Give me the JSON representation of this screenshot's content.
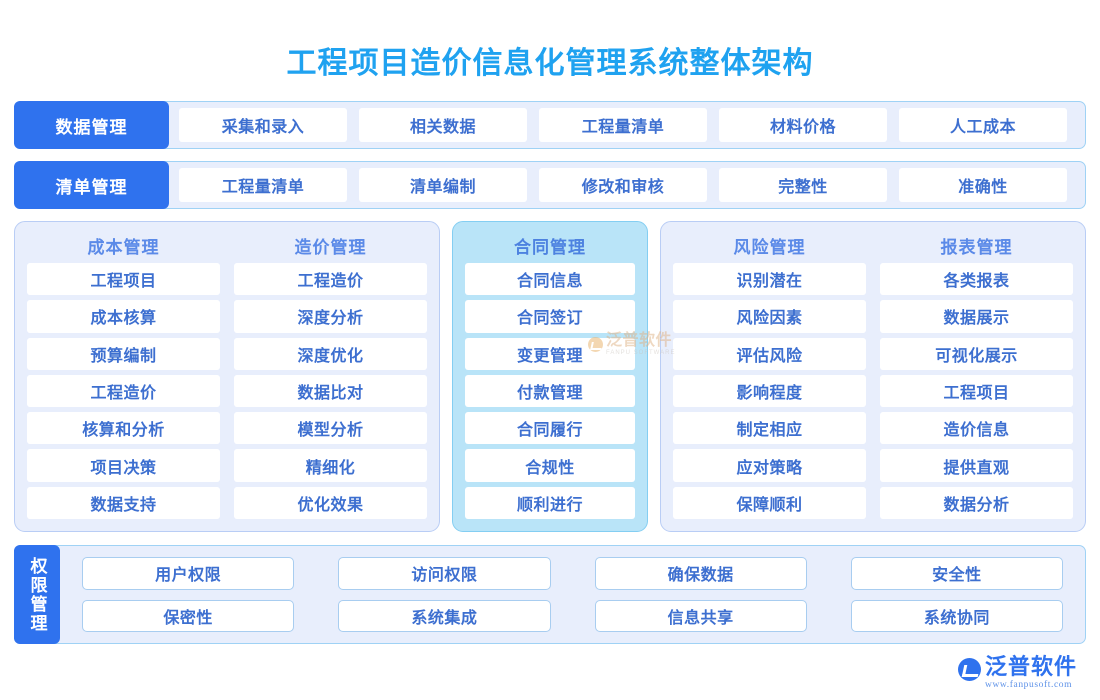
{
  "page": {
    "title": "工程项目造价信息化管理系统整体架构",
    "title_color": "#1fa2f0",
    "accent_color": "#2f72ee",
    "panel_bg": "#e8eefc",
    "highlight_panel_bg": "#b9e4f8",
    "card_text_color": "#3d6fd0",
    "header_text_color": "#5b8ae8"
  },
  "rows": [
    {
      "badge": "数据管理",
      "items": [
        "采集和录入",
        "相关数据",
        "工程量清单",
        "材料价格",
        "人工成本"
      ]
    },
    {
      "badge": "清单管理",
      "items": [
        "工程量清单",
        "清单编制",
        "修改和审核",
        "完整性",
        "准确性"
      ]
    }
  ],
  "panels": [
    {
      "columns": [
        {
          "header": "成本管理",
          "items": [
            "工程项目",
            "成本核算",
            "预算编制",
            "工程造价",
            "核算和分析",
            "项目决策",
            "数据支持"
          ]
        },
        {
          "header": "造价管理",
          "items": [
            "工程造价",
            "深度分析",
            "深度优化",
            "数据比对",
            "模型分析",
            "精细化",
            "优化效果"
          ]
        }
      ]
    },
    {
      "highlight": true,
      "columns": [
        {
          "header": "合同管理",
          "items": [
            "合同信息",
            "合同签订",
            "变更管理",
            "付款管理",
            "合同履行",
            "合规性",
            "顺利进行"
          ]
        }
      ]
    },
    {
      "columns": [
        {
          "header": "风险管理",
          "items": [
            "识别潜在",
            "风险因素",
            "评估风险",
            "影响程度",
            "制定相应",
            "应对策略",
            "保障顺利"
          ]
        },
        {
          "header": "报表管理",
          "items": [
            "各类报表",
            "数据展示",
            "可视化展示",
            "工程项目",
            "造价信息",
            "提供直观",
            "数据分析"
          ]
        }
      ]
    }
  ],
  "bottom": {
    "badge": "权限管理",
    "items": [
      "用户权限",
      "访问权限",
      "确保数据",
      "安全性",
      "保密性",
      "系统集成",
      "信息共享",
      "系统协同"
    ]
  },
  "watermark": {
    "cn": "泛普软件",
    "en": "FANPU SOFTWARE"
  },
  "logo": {
    "cn": "泛普软件",
    "url": "www.fanpusoft.com"
  }
}
